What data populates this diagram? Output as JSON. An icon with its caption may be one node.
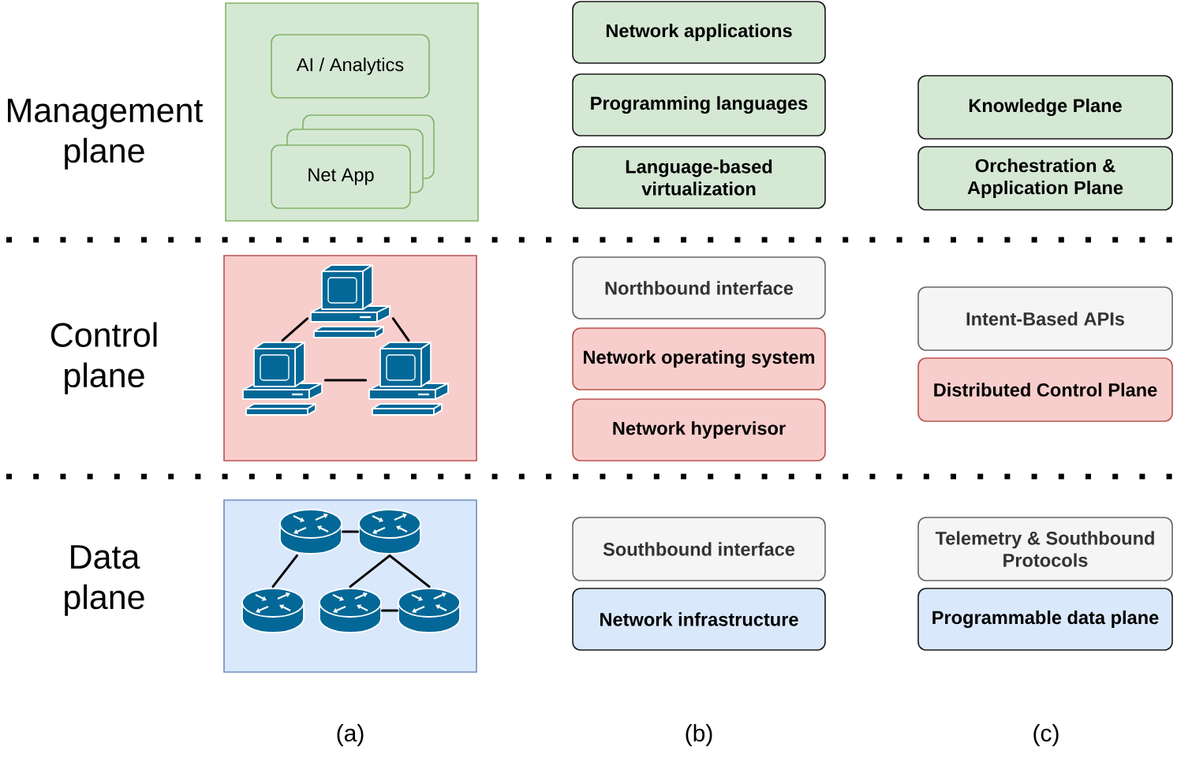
{
  "diagram": {
    "nodes": [
      {
        "text": [],
        "shape": "box"
      },
      {
        "text": [
          "AI / Analytics"
        ],
        "in": 0
      },
      {
        "text": [
          "Net App"
        ],
        "in": 0
      },
      {
        "text": [
          "Network applications"
        ]
      },
      {
        "text": [
          "Programming languages"
        ]
      },
      {
        "text": [
          "Language-based virtualization"
        ]
      },
      {
        "text": [
          "Knowledge Plane"
        ]
      },
      {
        "text": [
          "Orchestration & Application Plane"
        ]
      },
      {
        "text": [],
        "shape": "box"
      },
      {
        "text": [],
        "shape": "computer",
        "in": 8
      },
      {
        "text": [],
        "shape": "computer",
        "in": 8
      },
      {
        "text": [],
        "shape": "computer",
        "in": 8
      },
      {
        "text": [
          "Northbound interface"
        ]
      },
      {
        "text": [
          "Network operating system"
        ]
      },
      {
        "text": [
          "Network hypervisor"
        ]
      },
      {
        "text": [
          "Intent-Based APIs"
        ]
      },
      {
        "text": [
          "Distributed Control Plane"
        ]
      },
      {
        "text": [],
        "shape": "box"
      },
      {
        "text": [],
        "shape": "router",
        "in": 17
      },
      {
        "text": [],
        "shape": "router",
        "in": 17
      },
      {
        "text": [],
        "shape": "router",
        "in": 17
      },
      {
        "text": [],
        "shape": "router",
        "in": 17
      },
      {
        "text": [],
        "shape": "router",
        "in": 17
      },
      {
        "text": [
          "Southbound interface"
        ]
      },
      {
        "text": [
          "Network infrastructure"
        ]
      },
      {
        "text": [
          "Telemetry & Southbound Protocols"
        ]
      },
      {
        "text": [
          "Programmable data plane"
        ]
      }
    ],
    "edges": [
      {
        "from": 9,
        "to": 10,
        "arrow": "none"
      },
      {
        "from": 9,
        "to": 11,
        "arrow": "none"
      },
      {
        "from": 10,
        "to": 11,
        "arrow": "none"
      },
      {
        "from": 18,
        "to": 19,
        "arrow": "none"
      },
      {
        "from": 18,
        "to": 20,
        "arrow": "none"
      },
      {
        "from": 19,
        "to": 21,
        "arrow": "none"
      },
      {
        "from": 19,
        "to": 22,
        "arrow": "none"
      },
      {
        "from": 21,
        "to": 22,
        "arrow": "none"
      }
    ],
    "labels": [
      "Management plane",
      "Control plane",
      "Data plane",
      "(a)",
      "(b)",
      "(c)"
    ]
  }
}
